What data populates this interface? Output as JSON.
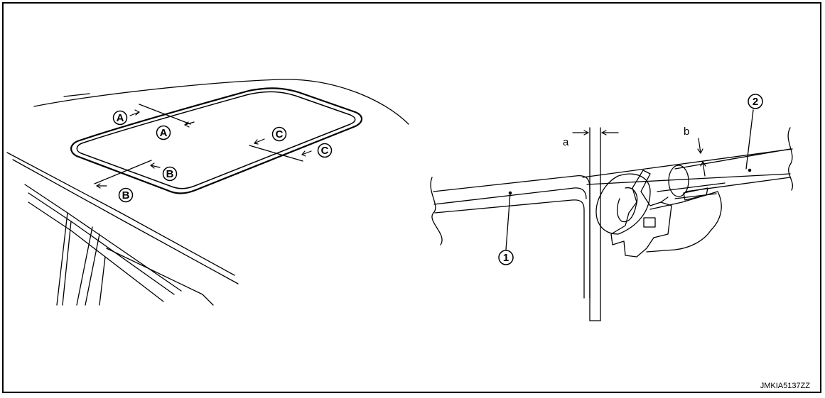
{
  "figure": {
    "roof_view": {
      "callouts": [
        "A",
        "A",
        "B",
        "B",
        "C",
        "C"
      ]
    },
    "section_view": {
      "part_1": "1",
      "part_2": "2",
      "dim_a": "a",
      "dim_b": "b"
    },
    "drawing_code": "JMKIA5137ZZ"
  }
}
